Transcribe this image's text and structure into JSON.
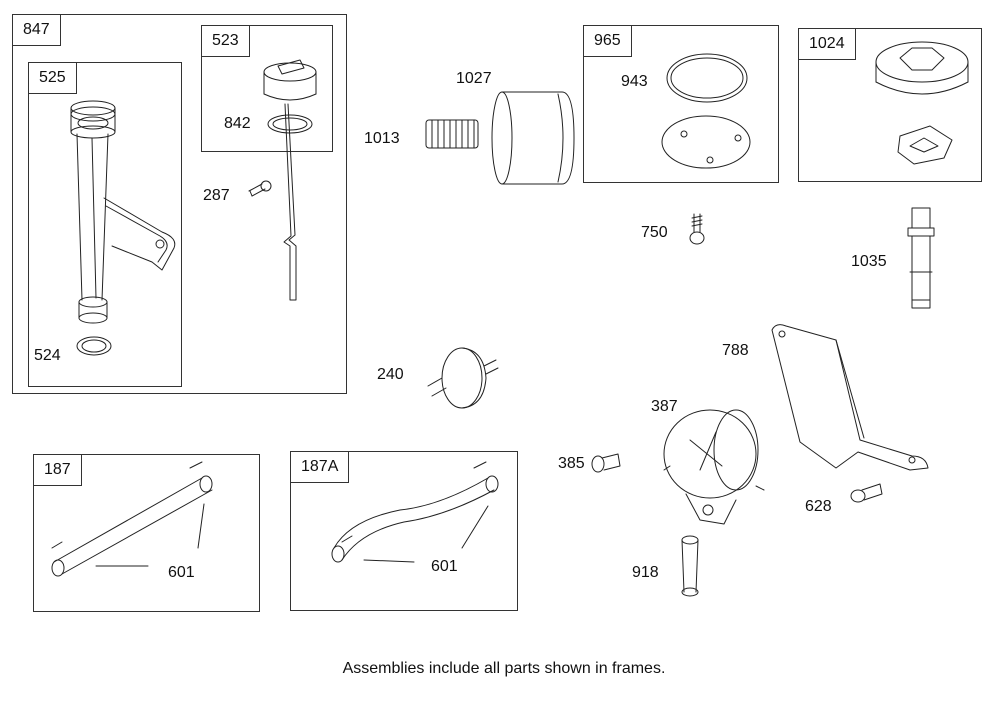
{
  "frames": {
    "f847": "847",
    "f525": "525",
    "f523": "523",
    "f965": "965",
    "f1024": "1024",
    "f187": "187",
    "f187a": "187A"
  },
  "labels": {
    "l524": "524",
    "l842": "842",
    "l287": "287",
    "l1027": "1027",
    "l1013": "1013",
    "l943": "943",
    "l750": "750",
    "l1035": "1035",
    "l240": "240",
    "l788": "788",
    "l387": "387",
    "l385": "385",
    "l628": "628",
    "l918": "918",
    "l601a": "601",
    "l601b": "601"
  },
  "caption": "Assemblies include all parts shown in frames."
}
